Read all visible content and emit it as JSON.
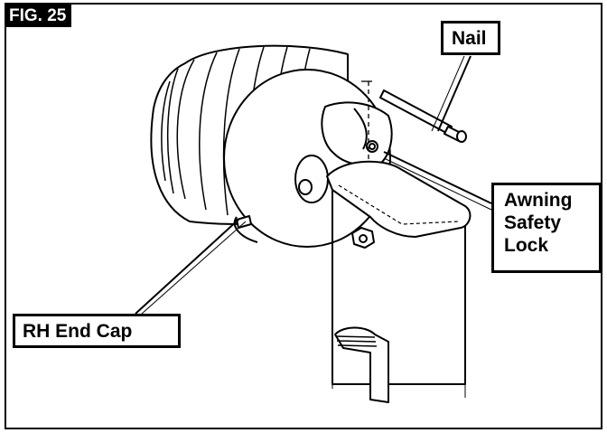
{
  "figure": {
    "tag": "FIG. 25",
    "callouts": {
      "nail": "Nail",
      "lock_line1": "Awning",
      "lock_line2": "Safety",
      "lock_line3": "Lock",
      "end_cap": "RH End Cap"
    }
  }
}
